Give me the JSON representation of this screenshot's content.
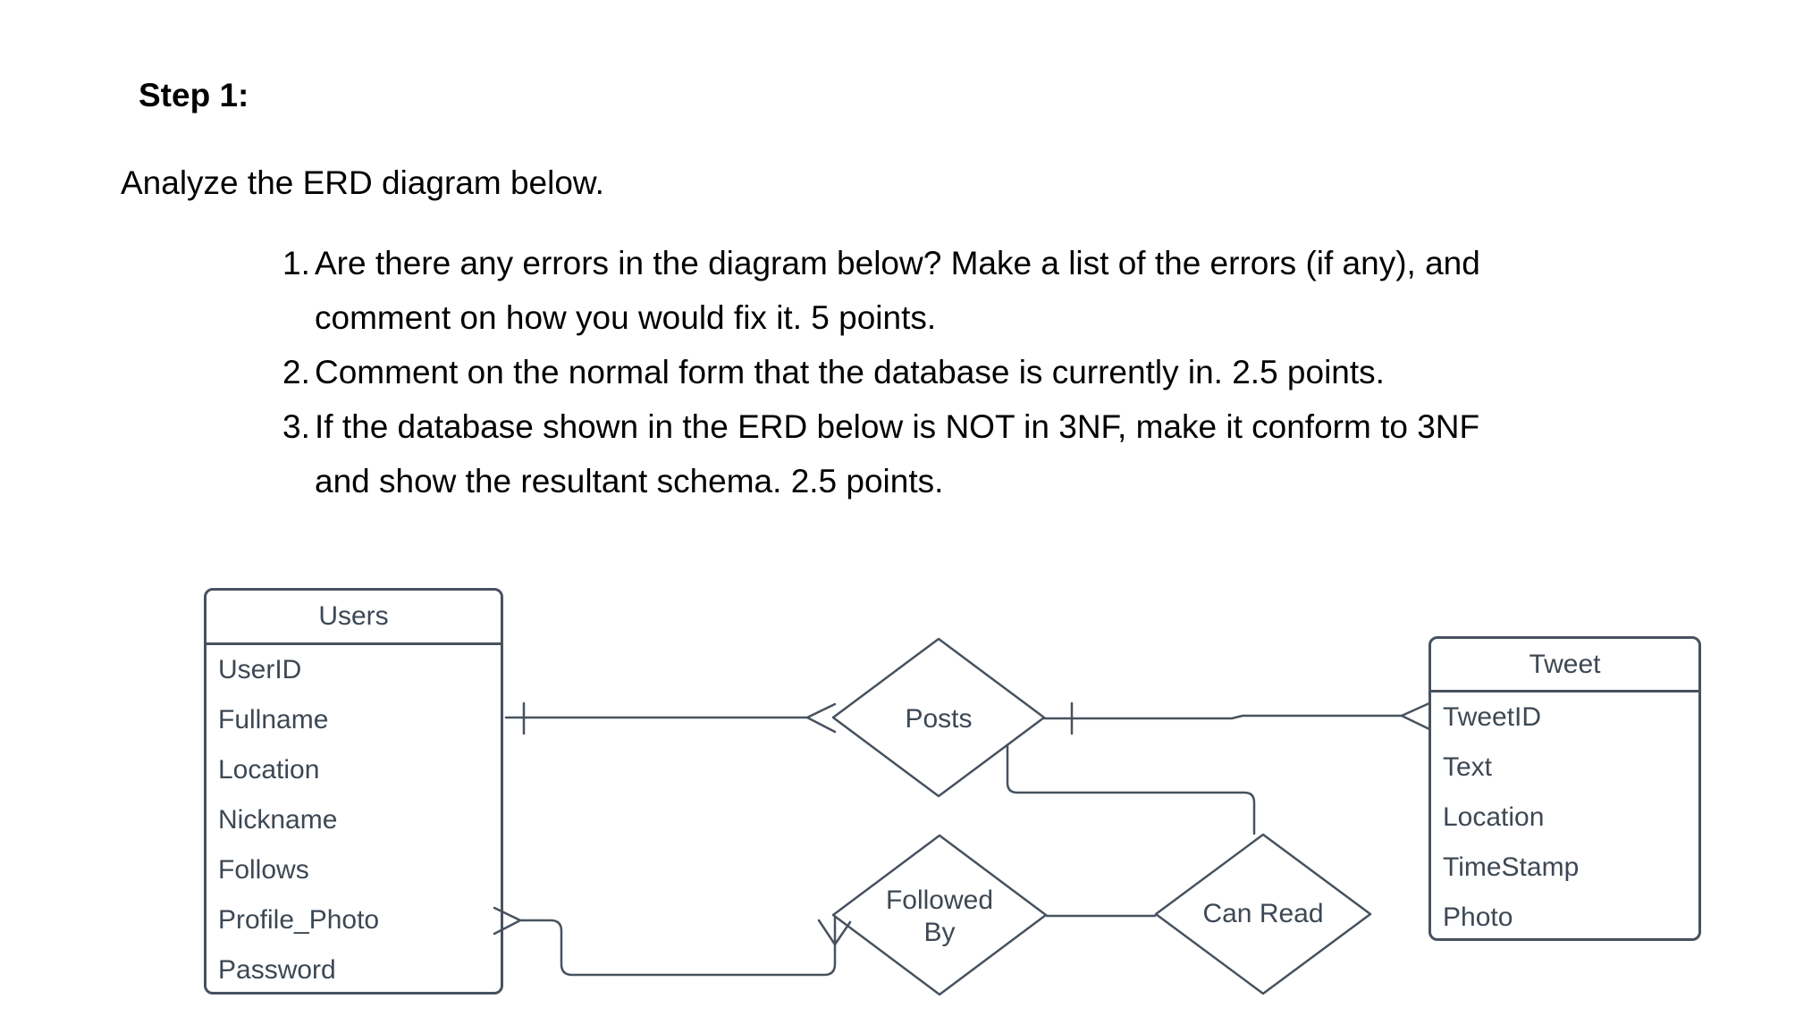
{
  "page": {
    "background": "#ffffff"
  },
  "document": {
    "heading": "Step 1:",
    "intro": "Analyze the ERD diagram below.",
    "questions": [
      {
        "number": "1.",
        "lines": [
          "Are there any errors in the diagram below? Make a list of the errors (if any), and",
          "comment on how you would fix it. 5 points."
        ]
      },
      {
        "number": "2.",
        "lines": [
          "Comment on the normal form that the database is currently in. 2.5 points."
        ]
      },
      {
        "number": "3.",
        "lines": [
          "If the database shown in the ERD below is NOT in 3NF, make it conform to 3NF",
          "and show the resultant schema. 2.5 points."
        ]
      }
    ]
  },
  "erd": {
    "colors": {
      "line": "#47525f",
      "text": "#3d4854"
    },
    "entities": [
      {
        "name": "Users",
        "attributes": [
          "UserID",
          "Fullname",
          "Location",
          "Nickname",
          "Follows",
          "Profile_Photo",
          "Password"
        ]
      },
      {
        "name": "Tweet",
        "attributes": [
          "TweetID",
          "Text",
          "Location",
          "TimeStamp",
          "Photo"
        ]
      }
    ],
    "relationships": [
      {
        "label": "Posts",
        "between": [
          "Users",
          "Tweet"
        ],
        "marker_at_users_side": "one-tick",
        "marker_at_relationship": "crow-foot-many",
        "marker_at_tweet_side": "crow-foot-many",
        "marker_after_relationship": "one-tick"
      },
      {
        "label": "Followed By",
        "between": [
          "Users",
          "Users"
        ],
        "marker_at_users_side": "crow-foot-many",
        "marker_at_relationship": "crow-foot-many"
      },
      {
        "label": "Can Read",
        "between": [
          "Posts",
          "Followed By"
        ],
        "markers": "none"
      }
    ]
  }
}
